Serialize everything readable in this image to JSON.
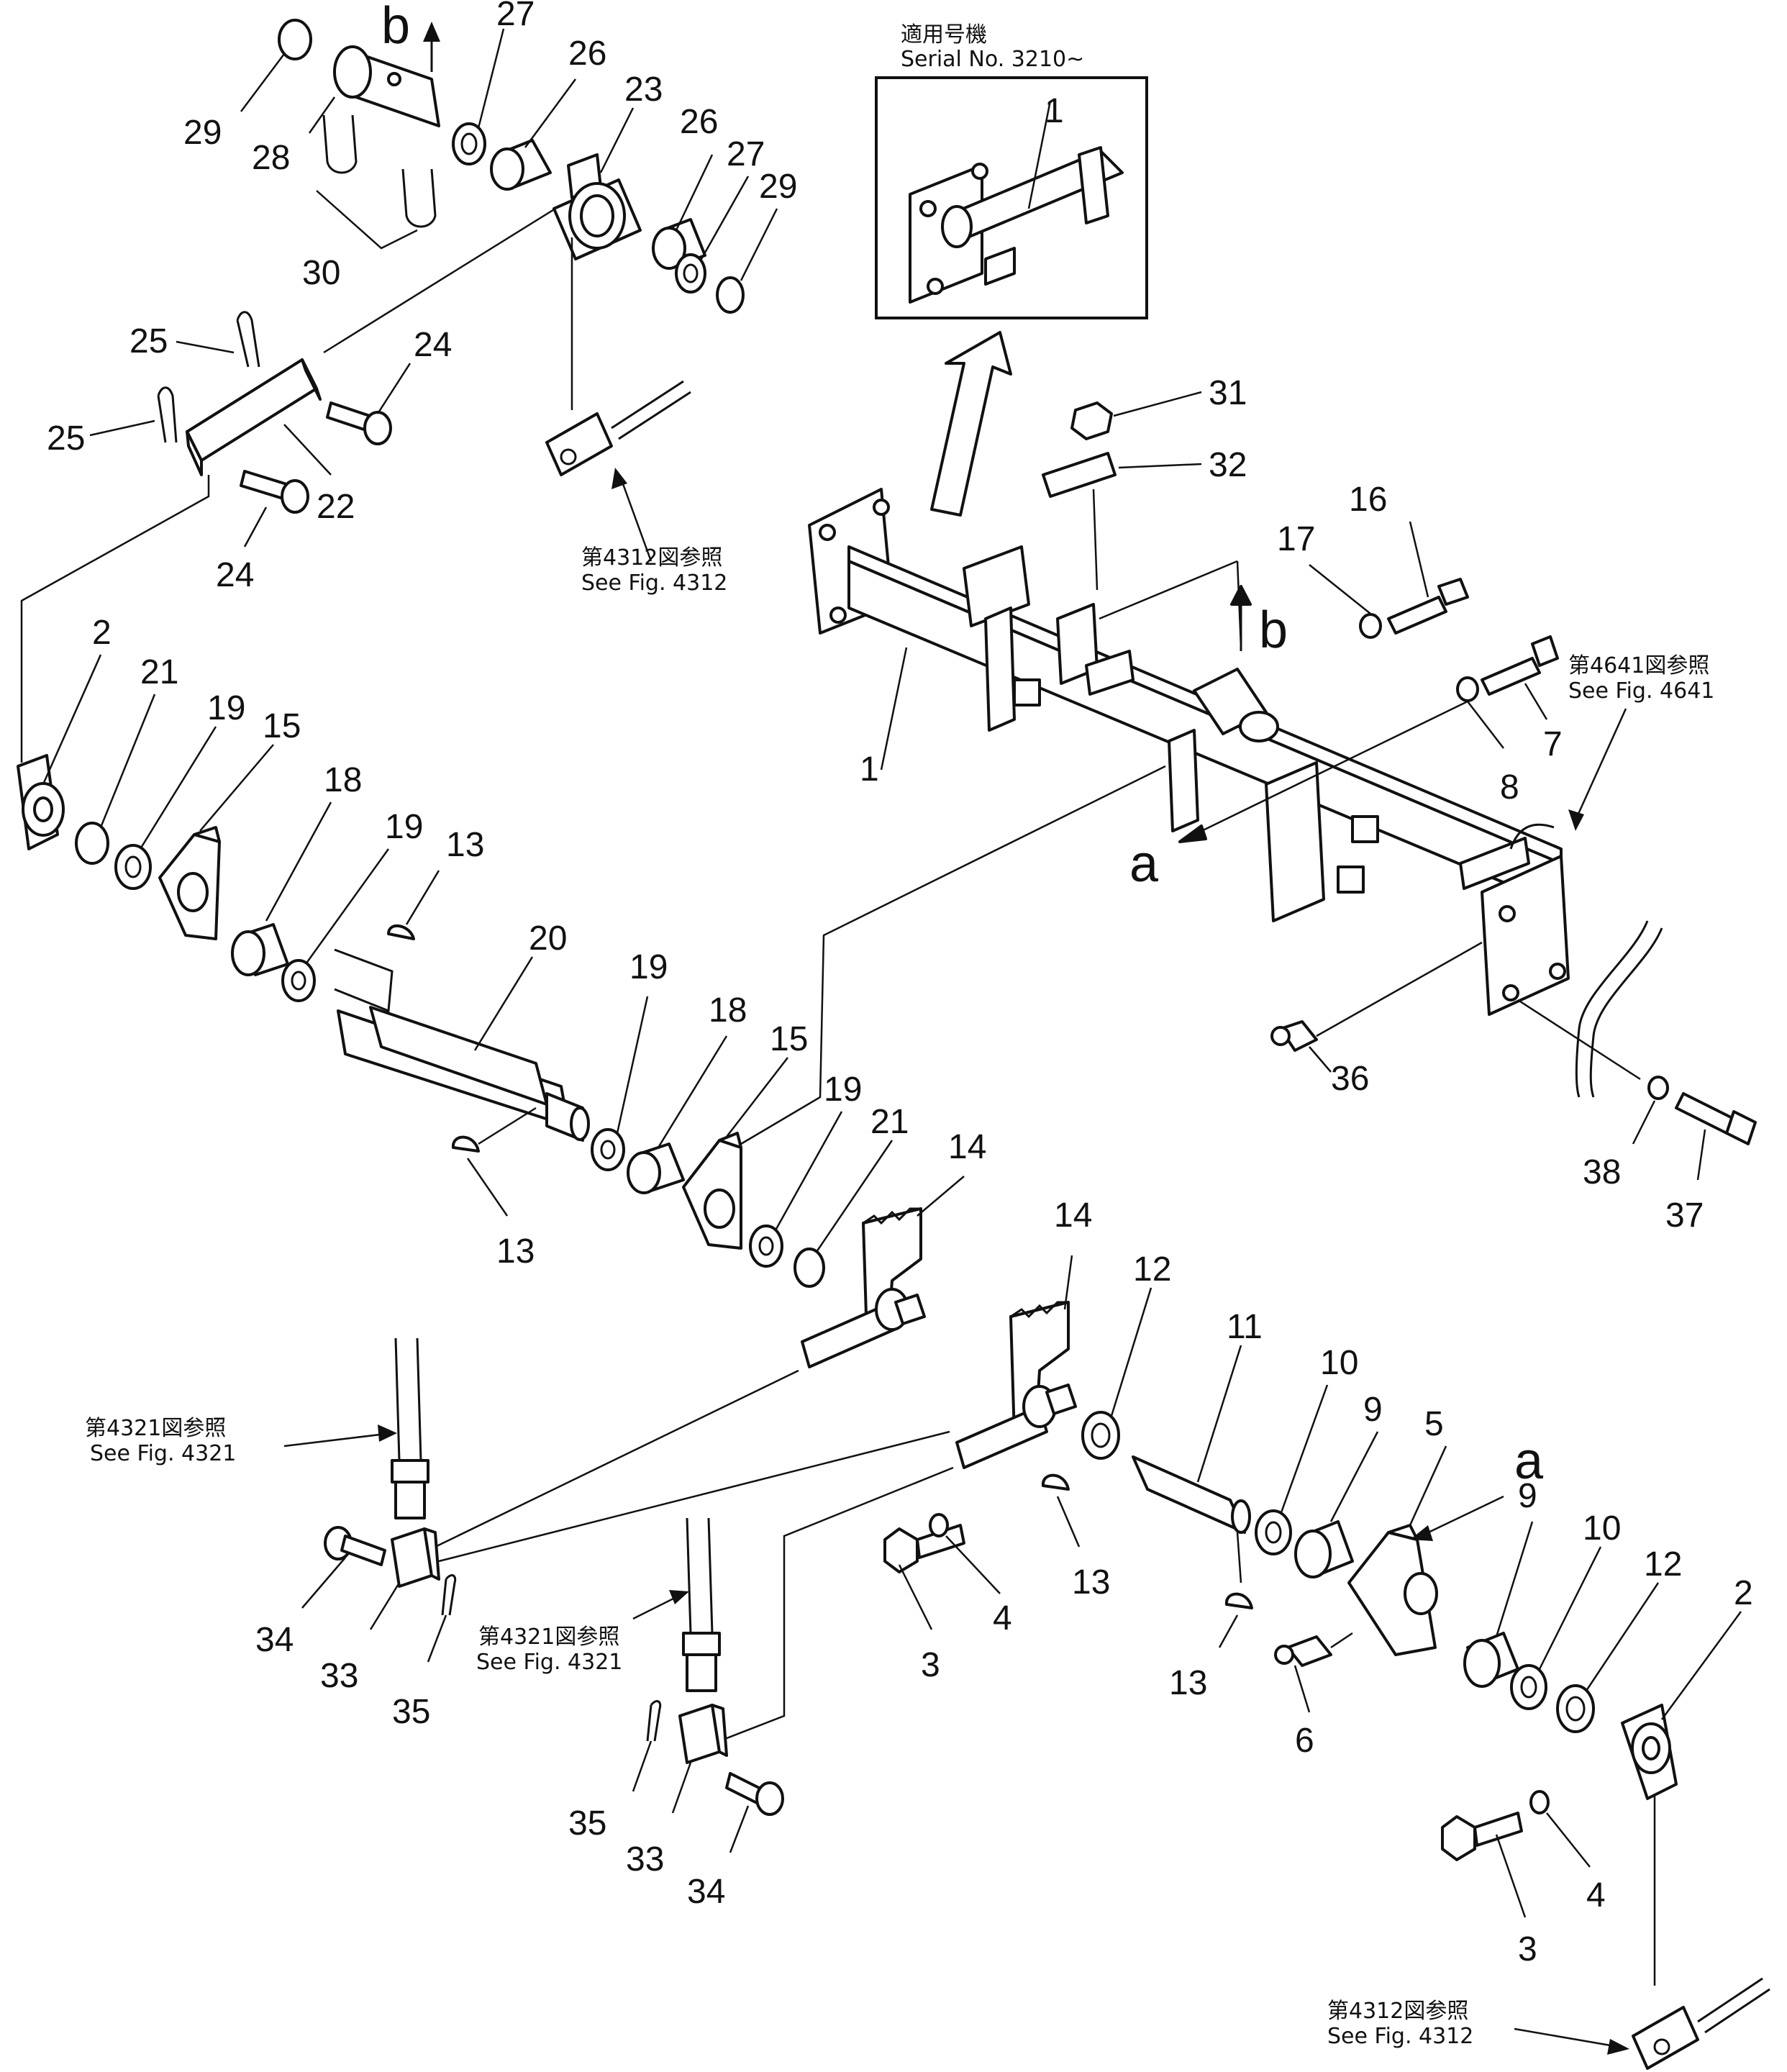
{
  "inset": {
    "title_jp": "適用号機",
    "title_en": "Serial No. 3210~",
    "callout": "1"
  },
  "callouts": {
    "c1": "1",
    "c2a": "2",
    "c2b": "2",
    "c3a": "3",
    "c3b": "3",
    "c4a": "4",
    "c4b": "4",
    "c5": "5",
    "c6": "6",
    "c7": "7",
    "c8": "8",
    "c9a": "9",
    "c9b": "9",
    "c10a": "10",
    "c10b": "10",
    "c11": "11",
    "c12a": "12",
    "c12b": "12",
    "c13a": "13",
    "c13b": "13",
    "c13c": "13",
    "c13d": "13",
    "c14a": "14",
    "c14b": "14",
    "c15a": "15",
    "c15b": "15",
    "c16": "16",
    "c17": "17",
    "c18a": "18",
    "c18b": "18",
    "c19a": "19",
    "c19b": "19",
    "c19c": "19",
    "c19d": "19",
    "c20": "20",
    "c21a": "21",
    "c21b": "21",
    "c22": "22",
    "c23": "23",
    "c24a": "24",
    "c24b": "24",
    "c25a": "25",
    "c25b": "25",
    "c26a": "26",
    "c26b": "26",
    "c27a": "27",
    "c27b": "27",
    "c28": "28",
    "c29a": "29",
    "c29b": "29",
    "c30": "30",
    "c31": "31",
    "c32": "32",
    "c33a": "33",
    "c33b": "33",
    "c34a": "34",
    "c34b": "34",
    "c35a": "35",
    "c35b": "35",
    "c36": "36",
    "c37": "37",
    "c38": "38"
  },
  "view_marks": {
    "a1": "a",
    "a2": "a",
    "b1": "b",
    "b2": "b"
  },
  "references": {
    "r4312_top_jp": "第4312図参照",
    "r4312_top_en": "See Fig. 4312",
    "r4641_jp": "第4641図参照",
    "r4641_en": "See Fig. 4641",
    "r4321_left_jp": "第4321図参照",
    "r4321_left_en": "See Fig. 4321",
    "r4321_mid_jp": "第4321図参照",
    "r4321_mid_en": "See Fig. 4321",
    "r4312_bot_jp": "第4312図参照",
    "r4312_bot_en": "See Fig. 4312"
  }
}
